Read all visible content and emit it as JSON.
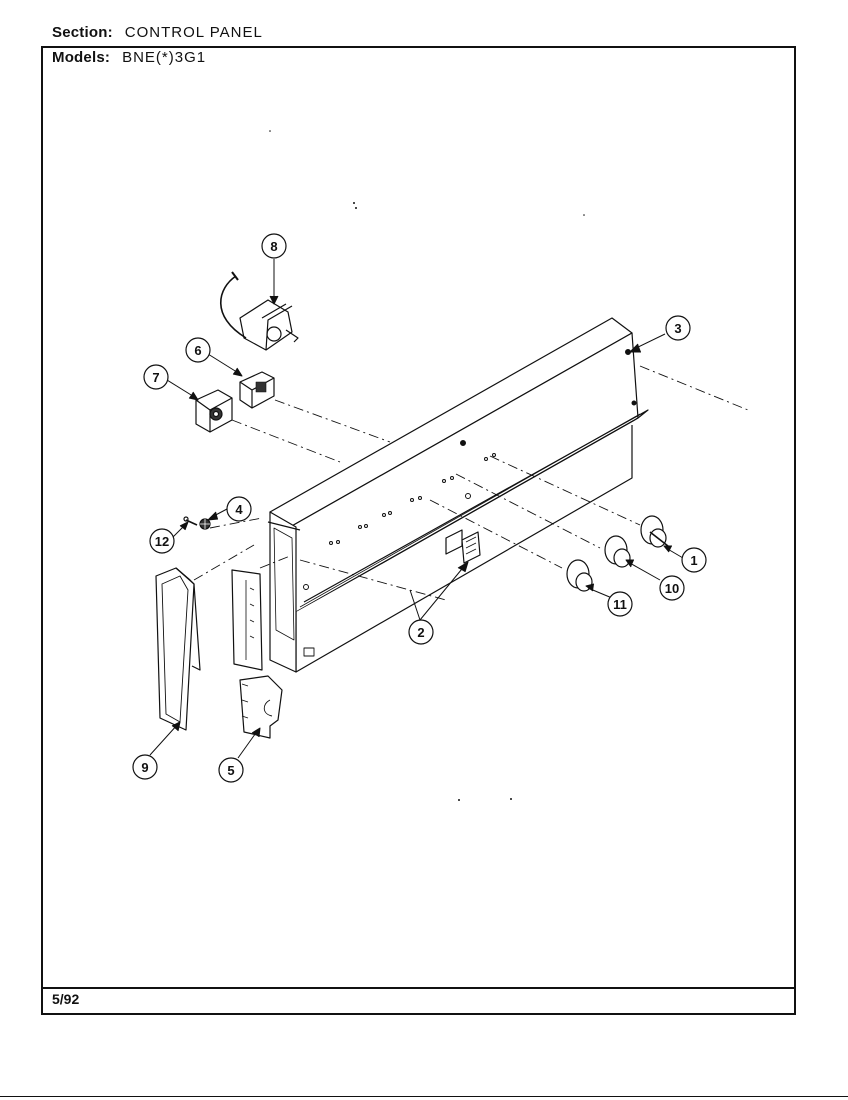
{
  "header": {
    "section_label": "Section:",
    "section_value": "CONTROL PANEL",
    "models_label": "Models:",
    "models_value": "BNE(*)3G1"
  },
  "footer": {
    "date": "5/92"
  },
  "callouts": [
    "1",
    "2",
    "3",
    "4",
    "5",
    "6",
    "7",
    "8",
    "9",
    "10",
    "11",
    "12"
  ],
  "colors": {
    "ink": "#111111",
    "paper": "#ffffff"
  }
}
